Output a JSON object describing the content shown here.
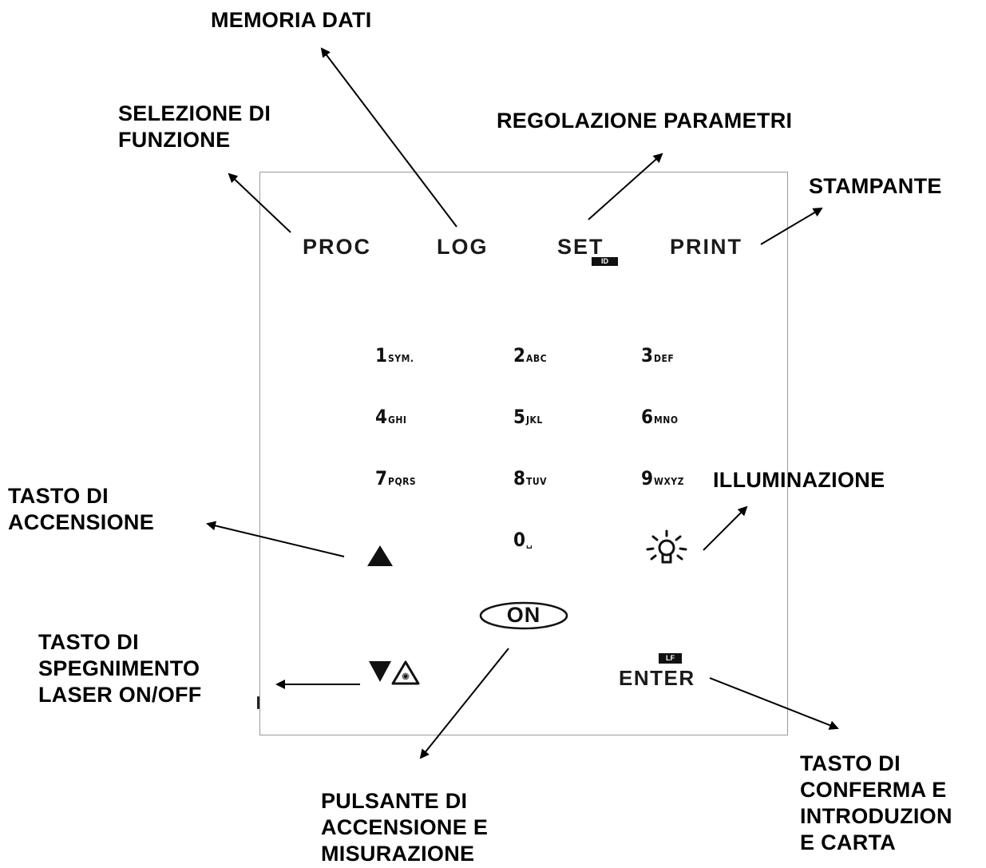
{
  "callouts": {
    "memoria_dati": "MEMORIA DATI",
    "selezione_line1": "SELEZIONE DI",
    "selezione_line2": "FUNZIONE",
    "regolazione": "REGOLAZIONE PARAMETRI",
    "stampante": "STAMPANTE",
    "illuminazione": "ILLUMINAZIONE",
    "tasto_accensione_line1": "TASTO DI",
    "tasto_accensione_line2": "ACCENSIONE",
    "tasto_spegnimento_line1": "TASTO DI",
    "tasto_spegnimento_line2": "SPEGNIMENTO",
    "tasto_spegnimento_line3": "LASER ON/OFF",
    "pulsante_line1": "PULSANTE DI",
    "pulsante_line2": "ACCENSIONE E",
    "pulsante_line3": "MISURAZIONE",
    "conferma_line1": "TASTO DI",
    "conferma_line2": "CONFERMA E",
    "conferma_line3": "INTRODUZION",
    "conferma_line4": "E CARTA"
  },
  "function_keys": {
    "proc": "PROC",
    "log": "LOG",
    "set": "SET",
    "set_badge": "ID",
    "print": "PRINT"
  },
  "keypad": [
    {
      "num": "1",
      "sub": "SYM."
    },
    {
      "num": "2",
      "sub": "ABC"
    },
    {
      "num": "3",
      "sub": "DEF"
    },
    {
      "num": "4",
      "sub": "GHI"
    },
    {
      "num": "5",
      "sub": "JKL"
    },
    {
      "num": "6",
      "sub": "MNO"
    },
    {
      "num": "7",
      "sub": "PQRS"
    },
    {
      "num": "8",
      "sub": "TUV"
    },
    {
      "num": "9",
      "sub": "WXYZ"
    }
  ],
  "zero_key": {
    "num": "0",
    "sub": "␣"
  },
  "on_key": "ON",
  "enter_key": {
    "label": "ENTER",
    "badge": "LF"
  },
  "icons": {
    "up": "triangle-up-icon",
    "down": "triangle-down-icon",
    "laser": "laser-warning-icon",
    "light": "light-bulb-icon"
  },
  "colors": {
    "ink": "#000000",
    "panel_border": "#9a9a9a"
  }
}
